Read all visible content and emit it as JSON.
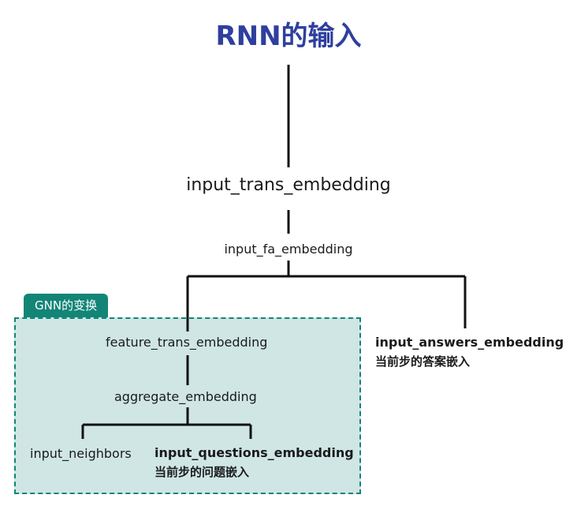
{
  "diagram": {
    "title": "RNN的输入",
    "node_trans": "input_trans_embedding",
    "node_fa": "input_fa_embedding",
    "gnn_label": "GNN的变换",
    "node_feature_trans": "feature_trans_embedding",
    "node_aggregate": "aggregate_embedding",
    "node_neighbors": "input_neighbors",
    "node_questions": "input_questions_embedding",
    "node_questions_sub": "当前步的问题嵌入",
    "node_answers": "input_answers_embedding",
    "node_answers_sub": "当前步的答案嵌入"
  },
  "colors": {
    "title": "#2f3f9e",
    "gnn_accent": "#128577",
    "gnn_fill": "#cfe6e5",
    "lines": "#111111"
  }
}
